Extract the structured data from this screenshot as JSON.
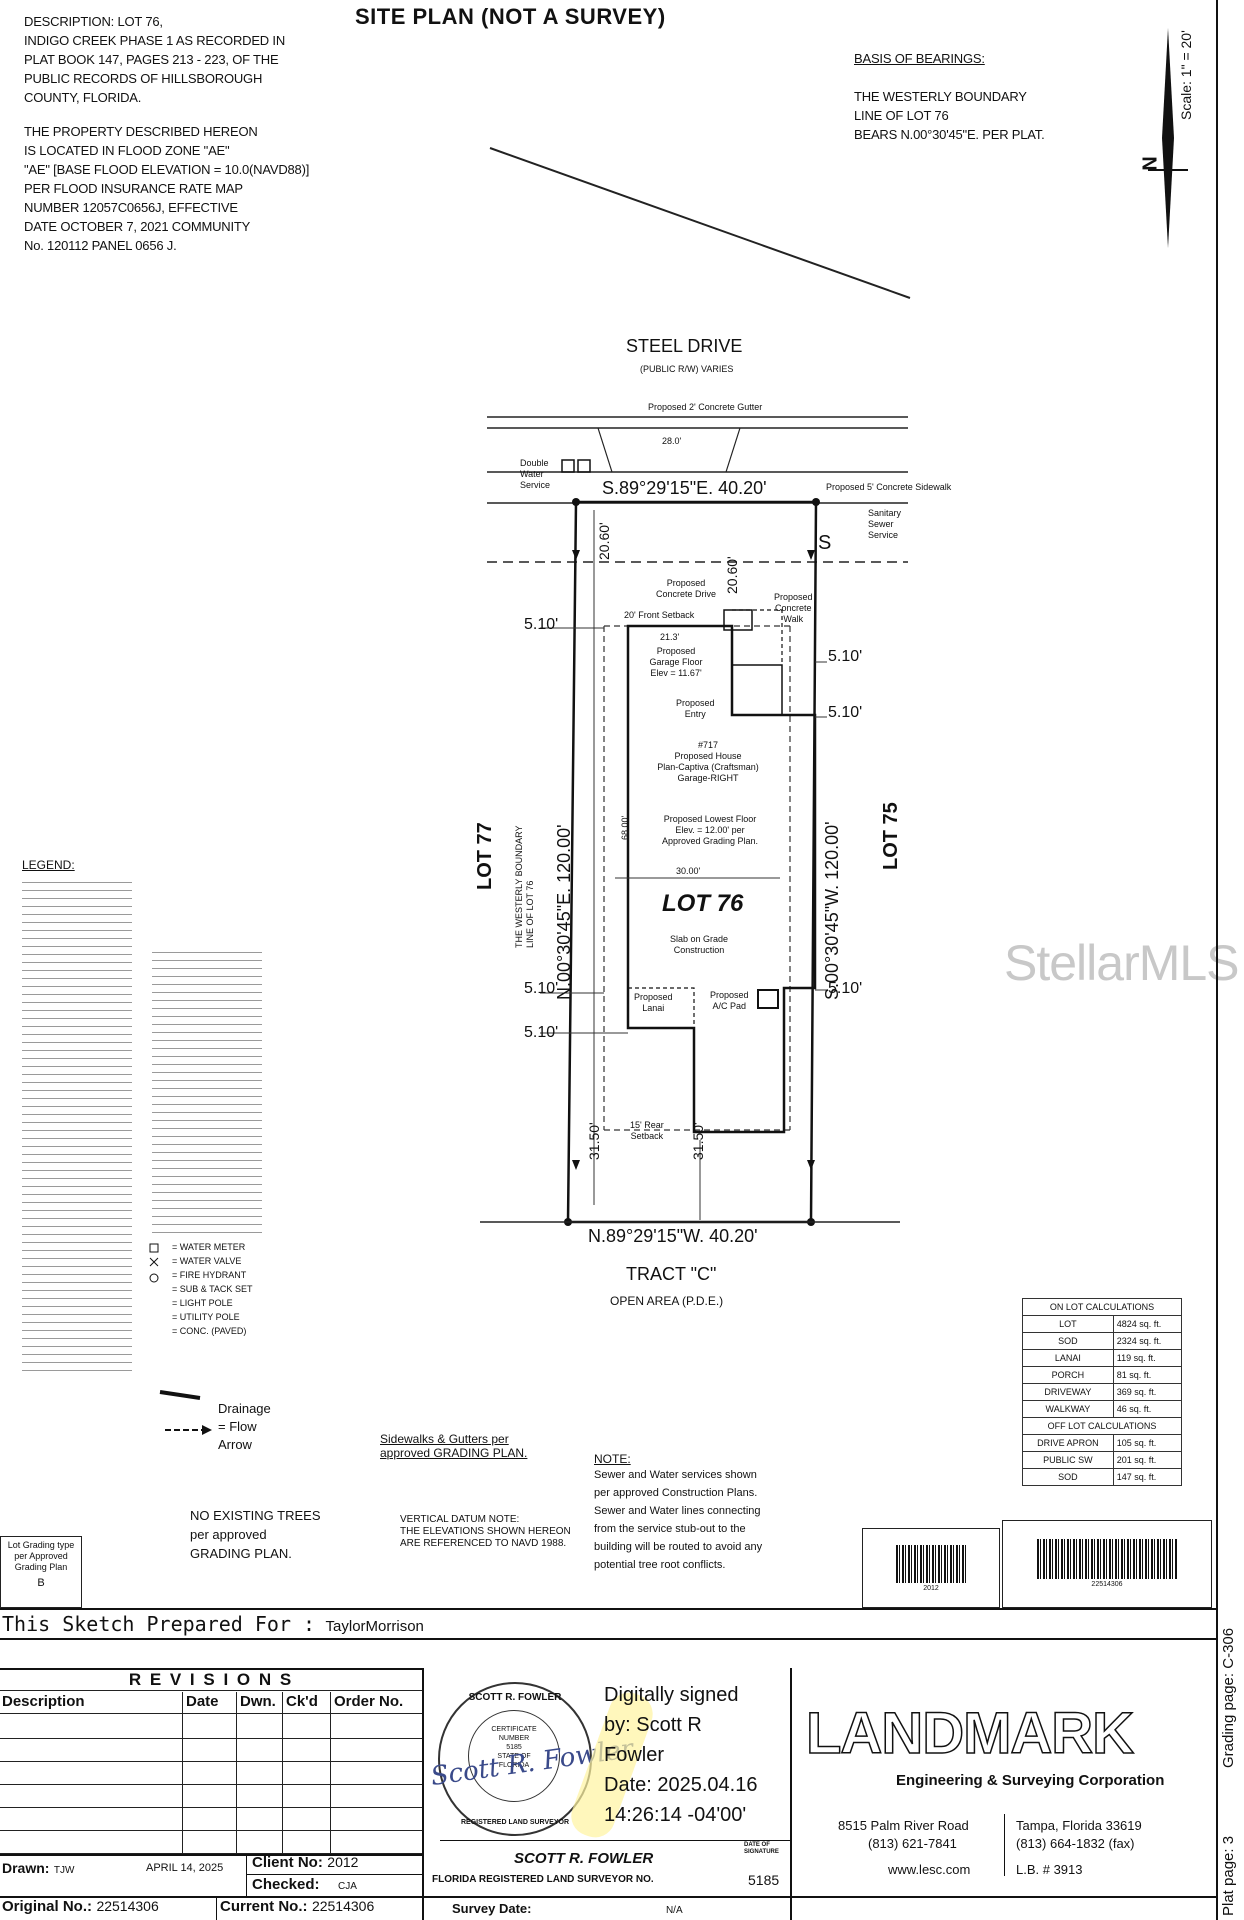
{
  "title": "SITE PLAN (NOT A SURVEY)",
  "description_text": "DESCRIPTION: LOT 76,\nINDIGO CREEK PHASE 1 AS RECORDED IN\nPLAT BOOK 147, PAGES 213 - 223, OF THE\nPUBLIC RECORDS OF HILLSBOROUGH\nCOUNTY, FLORIDA.",
  "flood_text": "THE PROPERTY DESCRIBED HEREON\nIS LOCATED IN FLOOD ZONE \"AE\"\n\"AE\" [BASE FLOOD ELEVATION = 10.0(NAVD88)]\nPER FLOOD INSURANCE RATE MAP\nNUMBER 12057C0656J, EFFECTIVE\nDATE OCTOBER 7, 2021 COMMUNITY\nNo. 120112 PANEL 0656 J.",
  "bearings": {
    "heading": "BASIS OF BEARINGS:",
    "text": "THE WESTERLY BOUNDARY\nLINE OF LOT 76\nBEARS N.00°30'45\"E. PER PLAT."
  },
  "scale": "Scale: 1\" = 20'",
  "north": "N",
  "street": {
    "name": "STEEL DRIVE",
    "sub": "(PUBLIC R/W) VARIES"
  },
  "plan_labels": {
    "gutter": "Proposed 2' Concrete Gutter",
    "width_top": "28.0'",
    "double_water": "Double\nWater\nService",
    "top_bearing": "S.89°29'15\"E. 40.20'",
    "sidewalk": "Proposed 5' Concrete Sidewalk",
    "sewer": "Sanitary\nSewer\nService",
    "sewer_s": "S",
    "dim_2060_left": "20.60'",
    "dim_2060_right": "20.60'",
    "front_setback": "20' Front Setback",
    "drive": "Proposed\nConcrete Drive",
    "walk": "Proposed\nConcrete\nWalk",
    "dim_5_10": "5.10'",
    "dim_213": "21.3'",
    "garage": "Proposed\nGarage Floor\nElev = 11.67'",
    "entry": "Proposed\nEntry",
    "house": "#717\nProposed House\nPlan-Captiva (Craftsman)\nGarage-RIGHT",
    "lowest_floor": "Proposed Lowest Floor\nElev. = 12.00' per\nApproved Grading Plan.",
    "dim_3000": "30.00'",
    "dim_6800": "68.00'",
    "lot77": "LOT 77",
    "lot75": "LOT 75",
    "lot76": "LOT 76",
    "left_bearing": "N.00°30'45\"E. 120.00'",
    "right_bearing": "S.00°30'45\"W. 120.00'",
    "westerly": "THE WESTERLY BOUNDARY\nLINE OF LOT 76",
    "slab": "Slab on Grade\nConstruction",
    "lanai": "Proposed\nLanai",
    "ac": "Proposed\nA/C Pad",
    "rear_setback": "15' Rear\nSetback",
    "dim_3150_left": "31.50'",
    "dim_3150_right": "31.50'",
    "bottom_bearing": "N.89°29'15\"W. 40.20'",
    "tract": "TRACT \"C\"",
    "open_area": "OPEN AREA (P.D.E.)"
  },
  "legend_title": "LEGEND:",
  "legend_symbols": [
    "= WATER METER",
    "= WATER VALVE",
    "= FIRE HYDRANT",
    "= SUB & TACK SET",
    "= LIGHT POLE",
    "= UTILITY POLE",
    "= CONC. (PAVED)"
  ],
  "drainage": "Drainage\n= Flow\nArrow",
  "sidewalks_note": "Sidewalks & Gutters per\napproved GRADING PLAN.",
  "trees_note": "NO EXISTING TREES\nper approved\nGRADING PLAN.",
  "datum_note": "VERTICAL DATUM NOTE:\nTHE ELEVATIONS SHOWN HEREON\nARE REFERENCED TO NAVD 1988.",
  "note_heading": "NOTE:",
  "note_text": "Sewer and Water services shown\nper approved Construction Plans.\nSewer and Water lines connecting\nfrom the service stub-out to the\nbuilding will be routed to avoid any\npotential tree root conflicts.",
  "calc": {
    "on_heading": "ON LOT CALCULATIONS",
    "on_rows": [
      [
        "LOT",
        "4824 sq. ft."
      ],
      [
        "SOD",
        "2324 sq. ft."
      ],
      [
        "LANAI",
        "119 sq. ft."
      ],
      [
        "PORCH",
        "81 sq. ft."
      ],
      [
        "DRIVEWAY",
        "369 sq. ft."
      ],
      [
        "WALKWAY",
        "46 sq. ft."
      ]
    ],
    "off_heading": "OFF LOT CALCULATIONS",
    "off_rows": [
      [
        "DRIVE APRON",
        "105 sq. ft."
      ],
      [
        "PUBLIC SW",
        "201 sq. ft."
      ],
      [
        "SOD",
        "147 sq. ft."
      ]
    ]
  },
  "barcode1": "2012",
  "barcode2": "22514306",
  "lot_grading": {
    "text": "Lot Grading type\nper Approved\nGrading Plan",
    "value": "B"
  },
  "prepared_for": {
    "label": "This Sketch Prepared For :",
    "value": "TaylorMorrison"
  },
  "revisions": {
    "title": "R E V I S I O N S",
    "cols": [
      "Description",
      "Date",
      "Dwn.",
      "Ck'd",
      "Order No."
    ]
  },
  "drawn": {
    "label": "Drawn:",
    "value": "TJW",
    "date": "APRIL 14, 2025"
  },
  "client": {
    "label": "Client No:",
    "value": "2012"
  },
  "checked": {
    "label": "Checked:",
    "value": "CJA"
  },
  "original": {
    "label": "Original No.:",
    "value": "22514306"
  },
  "current": {
    "label": "Current No.:",
    "value": "22514306"
  },
  "survey_date": {
    "label": "Survey Date:",
    "value": "N/A"
  },
  "seal": {
    "top": "SCOTT R. FOWLER",
    "mid": "CERTIFICATE\nNUMBER\n5185\nSTATE OF\nFLORIDA",
    "bottom": "REGISTERED LAND SURVEYOR",
    "signature": "Scott R. Fowler"
  },
  "digital_sig": "Digitally signed\nby: Scott R\nFowler\nDate: 2025.04.16\n14:26:14 -04'00'",
  "surveyor": {
    "name": "SCOTT R. FOWLER",
    "reg": "FLORIDA REGISTERED LAND SURVEYOR NO.",
    "number": "5185",
    "date_sig": "DATE OF\nSIGNATURE"
  },
  "company": {
    "logo": "LANDMARK",
    "sub": "Engineering & Surveying Corporation",
    "address": "8515 Palm River Road",
    "phone": "(813) 621-7841",
    "city": "Tampa, Florida 33619",
    "fax": "(813) 664-1832 (fax)",
    "web": "www.lesc.com",
    "lb": "L.B. # 3913"
  },
  "side_labels": {
    "grading": "Grading page: C-306",
    "plat": "Plat page: 3"
  },
  "watermark": "StellarMLS"
}
